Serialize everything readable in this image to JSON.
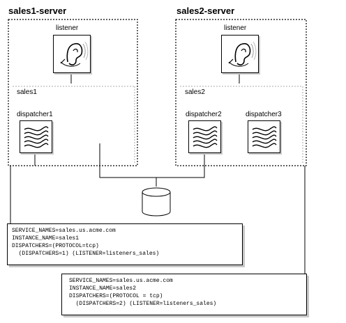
{
  "servers": [
    {
      "title": "sales1-server",
      "listener_label": "listener",
      "instance_label": "sales1",
      "dispatchers": [
        "dispatcher1"
      ]
    },
    {
      "title": "sales2-server",
      "listener_label": "listener",
      "instance_label": "sales2",
      "dispatchers": [
        "dispatcher2",
        "dispatcher3"
      ]
    }
  ],
  "params": [
    {
      "lines": [
        "SERVICE_NAMES=sales.us.acme.com",
        "INSTANCE_NAME=sales1",
        "DISPATCHERS=(PROTOCOL=tcp)",
        "  (DISPATCHERS=1) (LISTENER=listeners_sales)"
      ]
    },
    {
      "lines": [
        "SERVICE_NAMES=sales.us.acme.com",
        "INSTANCE_NAME=sales2",
        "DISPATCHERS=(PROTOCOL = tcp)",
        "  (DISPATCHERS=2) (LISTENER=listeners_sales)"
      ]
    }
  ],
  "icons": {
    "listener": "ear-icon",
    "dispatcher": "wave-lines-icon",
    "database": "database-cylinder-icon"
  }
}
